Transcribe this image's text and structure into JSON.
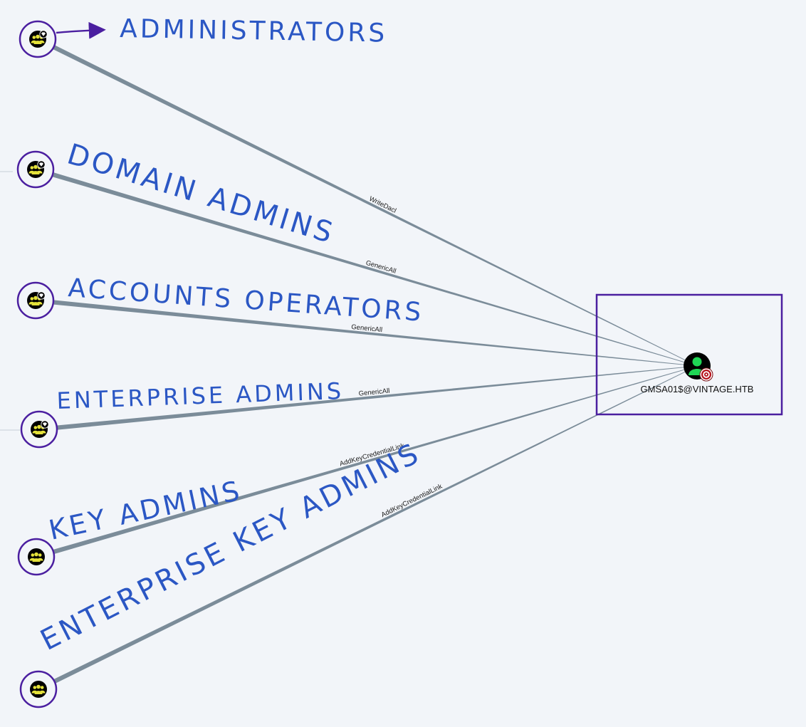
{
  "target": {
    "label": "GMSA01$@VINTAGE.HTB",
    "icon": "user-target-icon"
  },
  "groups": [
    {
      "id": "administrators",
      "annotation": "ADMINISTRATORS",
      "edge_label": "WriteDacl",
      "icon": "group-icon",
      "tier_zero": true
    },
    {
      "id": "domain-admins",
      "annotation": "DOMAIN ADMINS",
      "edge_label": "GenericAll",
      "icon": "group-icon",
      "tier_zero": true
    },
    {
      "id": "account-operators",
      "annotation": "ACCOUNTS OPERATORS",
      "edge_label": "GenericAll",
      "icon": "group-icon",
      "tier_zero": true
    },
    {
      "id": "enterprise-admins",
      "annotation": "ENTERPRISE ADMINS",
      "edge_label": "GenericAll",
      "icon": "group-icon",
      "tier_zero": true
    },
    {
      "id": "key-admins",
      "annotation": "KEY ADMINS",
      "edge_label": "AddKeyCredentialLink",
      "icon": "group-icon",
      "tier_zero": false
    },
    {
      "id": "enterprise-key-admins",
      "annotation": "ENTERPRISE KEY ADMINS",
      "edge_label": "AddKeyCredentialLink",
      "icon": "group-icon",
      "tier_zero": false
    }
  ],
  "colors": {
    "background": "#f2f5f9",
    "edge": "#7b8c99",
    "highlight": "#4b1fa0",
    "annotation_ink": "#2b57c4",
    "group_icon": "#e4e23a",
    "user_icon": "#1fd655",
    "target_badge": "#b5121b"
  }
}
